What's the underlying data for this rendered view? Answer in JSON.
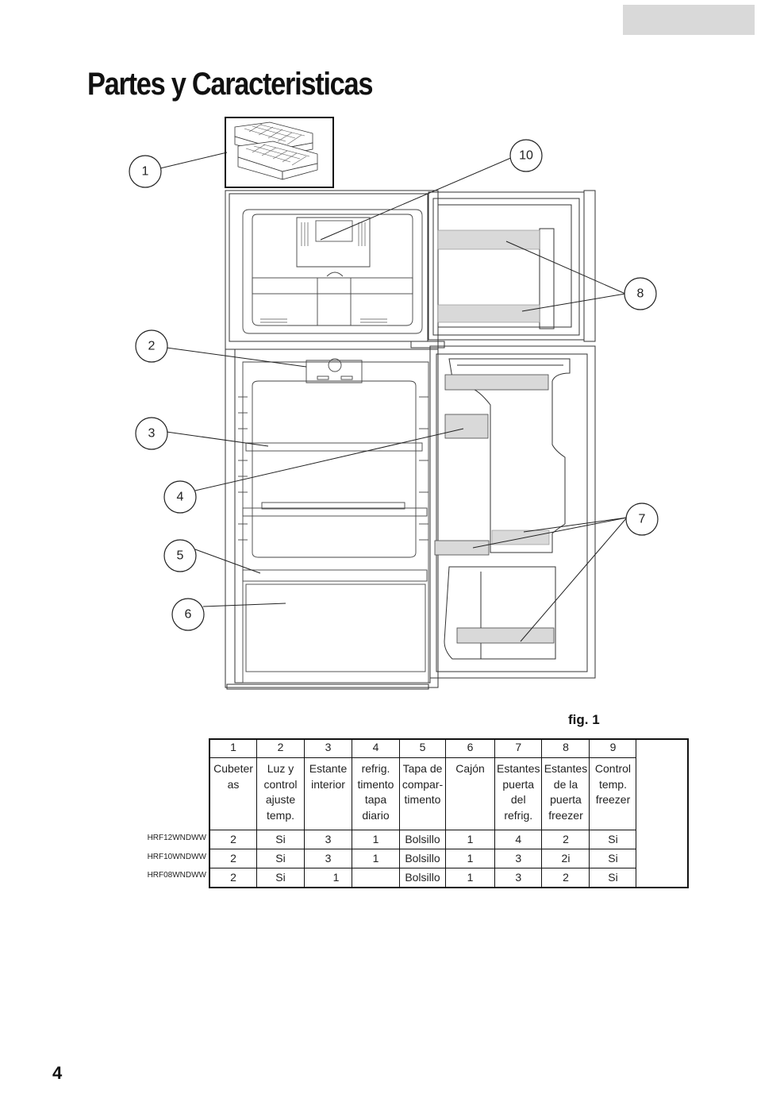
{
  "page_title": "Partes y Caracteristicas",
  "figure_caption": "fig. 1",
  "page_number": "4",
  "callouts": [
    "1",
    "2",
    "3",
    "4",
    "5",
    "6",
    "7",
    "8",
    "10"
  ],
  "table": {
    "numbers": [
      "1",
      "2",
      "3",
      "4",
      "5",
      "6",
      "7",
      "8",
      "9"
    ],
    "names": [
      [
        "Cubeter",
        "as"
      ],
      [
        "Luz y",
        "control",
        "ajuste",
        "temp."
      ],
      [
        "Estante",
        "interior"
      ],
      [
        "refrig.",
        "timento",
        "tapa",
        "diario"
      ],
      [
        "Tapa de",
        "compar-",
        "timento"
      ],
      [
        "Cajón"
      ],
      [
        "Estantes",
        "puerta",
        "del",
        "refrig."
      ],
      [
        "Estantes",
        "de la",
        "puerta",
        "freezer"
      ],
      [
        "Control",
        "temp.",
        "freezer"
      ]
    ],
    "rows": [
      {
        "model": "HRF12WNDWW",
        "values": [
          "2",
          "Si",
          "3",
          "1",
          "Bolsillo",
          "1",
          "4",
          "2",
          "Si"
        ]
      },
      {
        "model": "HRF10WNDWW",
        "values": [
          "2",
          "Si",
          "3",
          "1",
          "Bolsillo",
          "1",
          "3",
          "2i",
          "Si"
        ]
      },
      {
        "model": "HRF08WNDWW",
        "values": [
          "2",
          "Si",
          "1",
          "",
          "Bolsillo",
          "1",
          "3",
          "2",
          "Si"
        ]
      }
    ]
  }
}
